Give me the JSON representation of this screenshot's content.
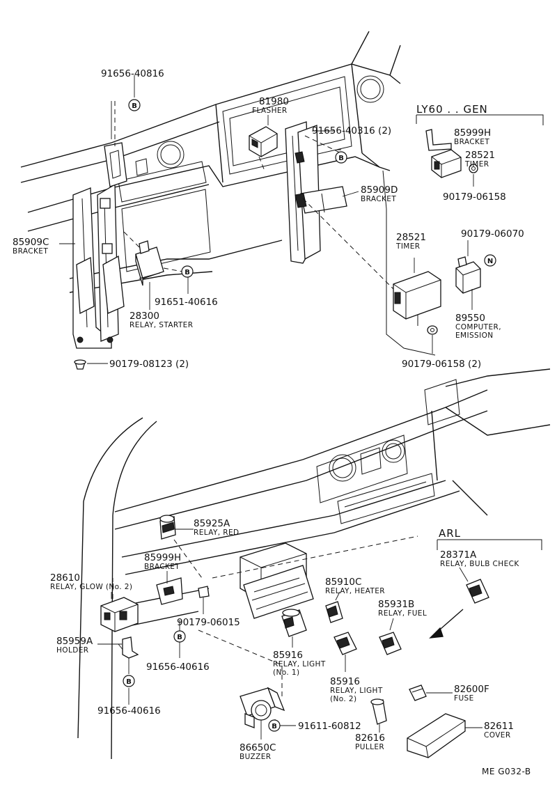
{
  "groups": {
    "ly60_gen": "LY60 . . GEN",
    "arl": "ARL"
  },
  "symbols": {
    "b": "B",
    "n": "N"
  },
  "top_parts": {
    "p91656_40816": "91656-40816",
    "p81980": {
      "pn": "81980",
      "desc": "FLASHER"
    },
    "p91656_40316": "91656-40316 (2)",
    "p85999h_top": {
      "pn": "85999H",
      "desc": "BRACKET"
    },
    "p28521_top": {
      "pn": "28521",
      "desc": "TIMER"
    },
    "p90179_06158_top": "90179-06158",
    "p85909d": {
      "pn": "85909D",
      "desc": "BRACKET"
    },
    "p85909c": {
      "pn": "85909C",
      "desc": "BRACKET"
    },
    "p28521_mid": {
      "pn": "28521",
      "desc": "TIMER"
    },
    "p90179_06070": "90179-06070",
    "p91651_40616": "91651-40616",
    "p28300": {
      "pn": "28300",
      "desc": "RELAY, STARTER"
    },
    "p89550": {
      "pn": "89550",
      "desc1": "COMPUTER,",
      "desc2": "EMISSION"
    },
    "p90179_08123": "90179-08123 (2)",
    "p90179_06158_2": "90179-06158 (2)"
  },
  "bottom_parts": {
    "p85925a": {
      "pn": "85925A",
      "desc": "RELAY, RED"
    },
    "p85999h": {
      "pn": "85999H",
      "desc": "BRACKET"
    },
    "p28371a": {
      "pn": "28371A",
      "desc": "RELAY, BULB CHECK"
    },
    "p28610": {
      "pn": "28610",
      "desc": "RELAY, GLOW (No. 2)"
    },
    "p85910c": {
      "pn": "85910C",
      "desc": "RELAY, HEATER"
    },
    "p85931b": {
      "pn": "85931B",
      "desc": "RELAY, FUEL"
    },
    "p90179_06015": "90179-06015",
    "p85959a": {
      "pn": "85959A",
      "desc": "HOLDER"
    },
    "p85916_1": {
      "pn": "85916",
      "desc1": "RELAY, LIGHT",
      "desc2": "(No. 1)"
    },
    "p91656_40616_a": "91656-40616",
    "p85916_2": {
      "pn": "85916",
      "desc1": "RELAY, LIGHT",
      "desc2": "(No. 2)"
    },
    "p82600f": {
      "pn": "82600F",
      "desc": "FUSE"
    },
    "p91656_40616_b": "91656-40616",
    "p91611_60812": "91611-60812",
    "p82611": {
      "pn": "82611",
      "desc": "COVER"
    },
    "p82616": {
      "pn": "82616",
      "desc": "PULLER"
    },
    "p86650c": {
      "pn": "86650C",
      "desc": "BUZZER"
    }
  },
  "figure_ref": "ME  G032-B"
}
